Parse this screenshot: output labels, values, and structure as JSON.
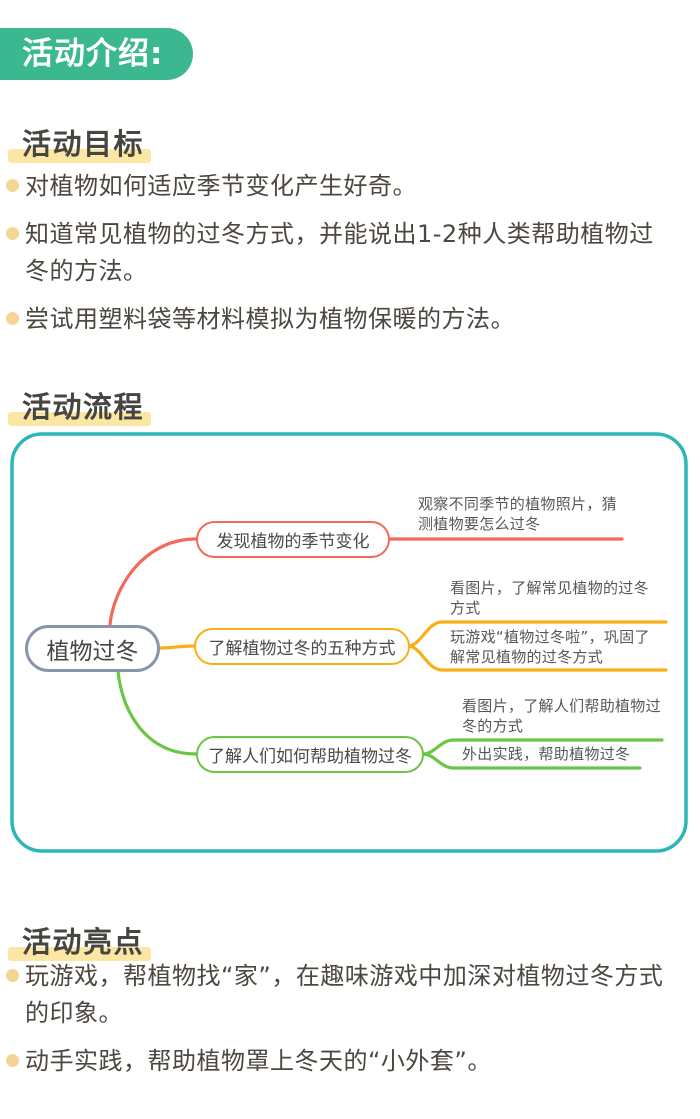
{
  "page": {
    "background": "#ffffff",
    "body_text_color": "#4c473f"
  },
  "intro_badge": {
    "label": "活动介绍:",
    "bg_color": "#3bb890",
    "text_color": "#ffffff"
  },
  "goals_section": {
    "title": "活动目标",
    "highlight_color": "#fbe7a3",
    "bullet_dot_color": "#f3d694",
    "bullets": [
      "对植物如何适应季节变化产生好奇。",
      "知道常见植物的过冬方式，并能说出1-2种人类帮助植物过冬的方法。",
      "尝试用塑料袋等材料模拟为植物保暖的方法。"
    ]
  },
  "process_section": {
    "title": "活动流程",
    "highlight_color": "#fbe7a3"
  },
  "mindmap": {
    "frame_color": "#2cb6ba",
    "root": {
      "label": "植物过冬",
      "border_color": "#8995ab"
    },
    "branches": [
      {
        "label": "发现植物的季节变化",
        "color": "#f4695c",
        "children": [
          "观察不同季节的植物照片，猜测植物要怎么过冬"
        ]
      },
      {
        "label": "了解植物过冬的五种方式",
        "color": "#fbae17",
        "children": [
          "看图片，了解常见植物的过冬方式",
          "玩游戏“植物过冬啦”，巩固了解常见植物的过冬方式"
        ]
      },
      {
        "label": "了解人们如何帮助植物过冬",
        "color": "#6bc546",
        "children": [
          "看图片，了解人们帮助植物过冬的方式",
          "外出实践，帮助植物过冬"
        ]
      }
    ]
  },
  "highlights_section": {
    "title": "活动亮点",
    "highlight_color": "#fbe7a3",
    "bullet_dot_color": "#f3d694",
    "bullets": [
      "玩游戏，帮植物找“家”，在趣味游戏中加深对植物过冬方式的印象。",
      "动手实践，帮助植物罩上冬天的“小外套”。"
    ]
  }
}
